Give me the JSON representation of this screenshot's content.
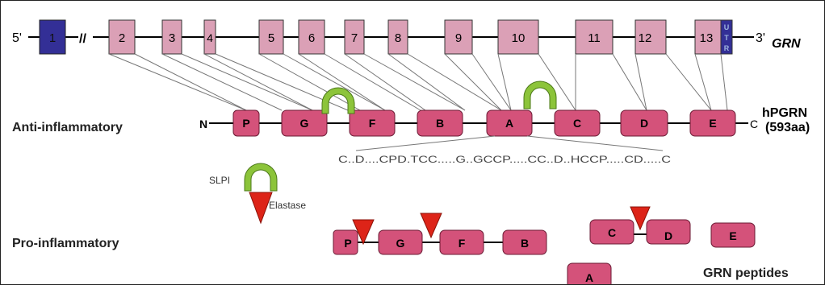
{
  "gene": {
    "five_prime": "5'",
    "three_prime": "3'",
    "name": "GRN",
    "exons": [
      "1",
      "2",
      "3",
      "4",
      "5",
      "6",
      "7",
      "8",
      "9",
      "10",
      "11",
      "12",
      "13"
    ],
    "utr": [
      "U",
      "T",
      "R"
    ],
    "break_mark": "//"
  },
  "protein": {
    "row_label": "Anti-inflammatory",
    "n_term": "N",
    "c_term": "C",
    "name": "hPGRN",
    "length": "(593aa)",
    "domains": [
      "P",
      "G",
      "F",
      "B",
      "A",
      "C",
      "D",
      "E"
    ],
    "motif": "C..D....CPD.TCC.....G..GCCP.....CC..D..HCCP.....CD.....C"
  },
  "cleavage": {
    "inhibitor": "SLPI",
    "protease": "Elastase"
  },
  "peptides": {
    "row_label": "Pro-inflammatory",
    "caption": "GRN peptides",
    "fragment_1": [
      "P",
      "G",
      "F",
      "B"
    ],
    "fragment_2": [
      "C",
      "D"
    ],
    "singles": [
      "E",
      "A"
    ]
  },
  "colors": {
    "exon": "#dba0b6",
    "exon_first": "#332f96",
    "domain": "#d4527a",
    "slpi": "#8cc43a",
    "elastase": "#dd2418"
  }
}
